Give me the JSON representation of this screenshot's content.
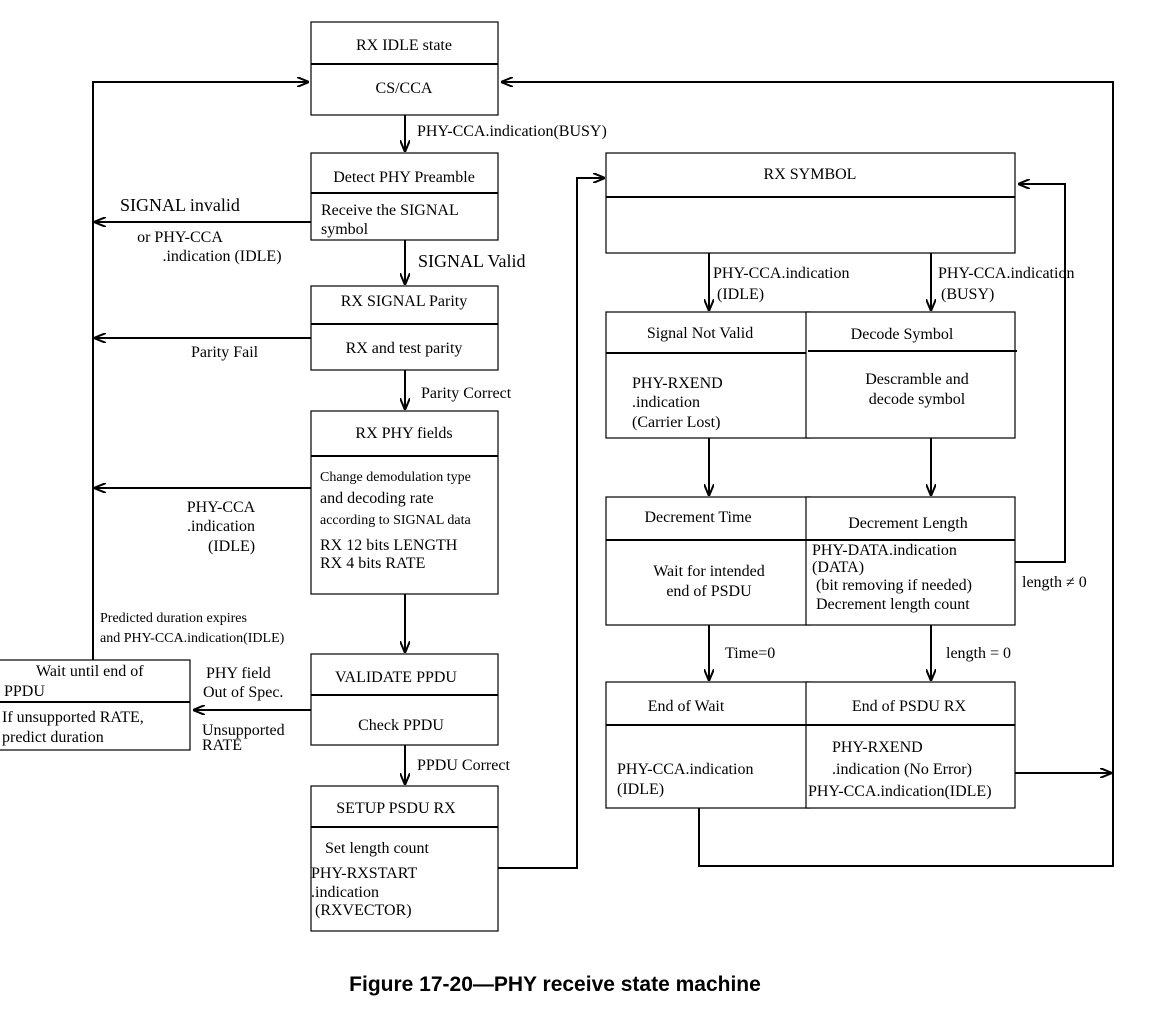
{
  "caption": "Figure 17-20—PHY receive state machine",
  "states": {
    "rx_idle": {
      "title": "RX IDLE state",
      "body": [
        "CS/CCA"
      ]
    },
    "detect_preamble": {
      "title": "Detect PHY Preamble",
      "body": [
        "Receive the SIGNAL",
        "symbol"
      ]
    },
    "rx_signal_parity": {
      "title": "RX SIGNAL Parity",
      "body": [
        "RX and test parity"
      ]
    },
    "rx_phy_fields": {
      "title": "RX PHY fields",
      "body": [
        "Change demodulation type",
        "and decoding rate",
        "according to SIGNAL data",
        "RX 12 bits LENGTH",
        "RX 4 bits RATE"
      ]
    },
    "validate_ppdu": {
      "title": "VALIDATE PPDU",
      "body": [
        "Check PPDU"
      ]
    },
    "setup_psdu_rx": {
      "title": "SETUP PSDU RX",
      "body": [
        "Set length count",
        "PHY-RXSTART",
        ".indication",
        "(RXVECTOR)"
      ]
    },
    "wait_end_ppdu": {
      "title": [
        "Wait until end of",
        "PPDU"
      ],
      "body": [
        "If unsupported RATE,",
        "predict duration"
      ]
    },
    "rx_symbol": {
      "title": "RX SYMBOL",
      "body": []
    },
    "signal_not_valid": {
      "title": "Signal Not Valid",
      "body": [
        "PHY-RXEND",
        ".indication",
        "(Carrier Lost)"
      ]
    },
    "decode_symbol": {
      "title": "Decode Symbol",
      "body": [
        "Descramble and",
        "decode symbol"
      ]
    },
    "decrement_time": {
      "title": "Decrement Time",
      "body": [
        "Wait for intended",
        "end of PSDU"
      ]
    },
    "decrement_length": {
      "title": "Decrement Length",
      "body": [
        "PHY-DATA.indication",
        "(DATA)",
        "(bit removing if needed)",
        "Decrement length count"
      ]
    },
    "end_of_wait": {
      "title": "End of Wait",
      "body": [
        "PHY-CCA.indication",
        "(IDLE)"
      ]
    },
    "end_psdu_rx": {
      "title": "End of PSDU RX",
      "body": [
        "PHY-RXEND",
        ".indication (No Error)",
        "PHY-CCA.indication(IDLE)"
      ]
    }
  },
  "transitions": {
    "cca_busy": "PHY-CCA.indication(BUSY)",
    "signal_invalid": "SIGNAL invalid",
    "signal_invalid_2": [
      "or PHY-CCA",
      ".indication (IDLE)"
    ],
    "signal_valid": "SIGNAL Valid",
    "parity_fail": "Parity Fail",
    "parity_correct": "Parity Correct",
    "fields_idle": [
      "PHY-CCA",
      ".indication",
      "(IDLE)"
    ],
    "predicted_duration": [
      "Predicted duration expires",
      "and PHY-CCA.indication(IDLE)"
    ],
    "phy_field_oos": [
      "PHY field",
      "Out of Spec."
    ],
    "unsupported_rate": [
      "Unsupported",
      "RATE"
    ],
    "ppdu_correct": "PPDU Correct",
    "sym_idle": [
      "PHY-CCA.indication",
      "(IDLE)"
    ],
    "sym_busy": [
      "PHY-CCA.indication",
      "(BUSY)"
    ],
    "time_zero": "Time=0",
    "length_zero": "length = 0",
    "length_nonzero": "length ≠ 0"
  }
}
